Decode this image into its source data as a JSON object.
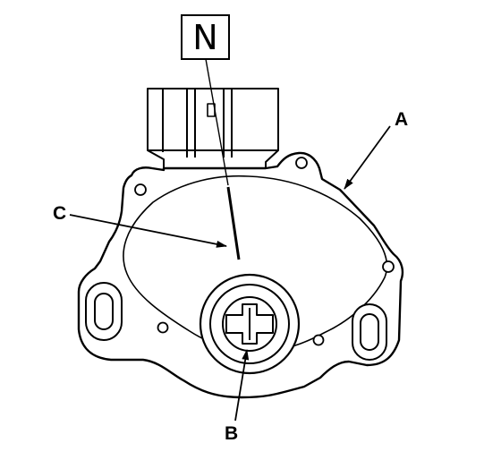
{
  "diagram": {
    "labels": {
      "a": "A",
      "b": "B",
      "c": "C",
      "position": "N"
    },
    "colors": {
      "ink": "#000000",
      "paper": "#ffffff"
    }
  }
}
